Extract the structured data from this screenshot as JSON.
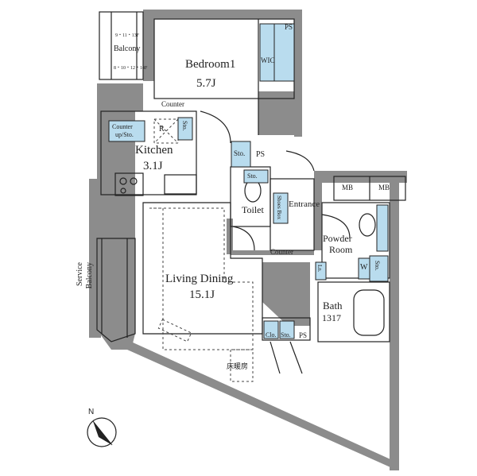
{
  "rooms": {
    "bedroom": {
      "name": "Bedroom1",
      "area": "5.7J"
    },
    "kitchen": {
      "name": "Kitchen",
      "area": "3.1J"
    },
    "living": {
      "name": "Living Dining",
      "area": "15.1J"
    },
    "bath": {
      "name": "Bath",
      "area": "1317"
    },
    "powder": {
      "line1": "Powder",
      "line2": "Room"
    },
    "toilet": "Toilet",
    "entrance": "Entrance",
    "balcony": "Balcony",
    "service_balcony": {
      "line1": "Service",
      "line2": "Balcony"
    }
  },
  "fixtures": {
    "counter_bedroom": "Counter",
    "counter_up": "Counter",
    "counter_up2": "up/Sto.",
    "refrigerator": "R",
    "sto_kitchen": "Sto.",
    "sto_hall": "Sto.",
    "sto_toilet": "Sto.",
    "ps_top": "PS",
    "ps_hall": "PS",
    "ps_bottom": "PS",
    "wic": "WIC",
    "shoes_box": "Shoes Box",
    "mb1": "MB",
    "mb2": "MB",
    "counter_powder": "Counter",
    "washer": "W",
    "sto_powder": "Sto.",
    "ln": "Ln.",
    "clo": "Clo.",
    "sto_clo": "Sto.",
    "floor_heating": "床暖房",
    "balcony_dim1": "9・11・13F",
    "balcony_dim2": "8・10・12・14F"
  },
  "compass": {
    "label": "N"
  },
  "colors": {
    "wall": "#8c8c8c",
    "storage": "#b9dcee",
    "line": "#222222"
  }
}
